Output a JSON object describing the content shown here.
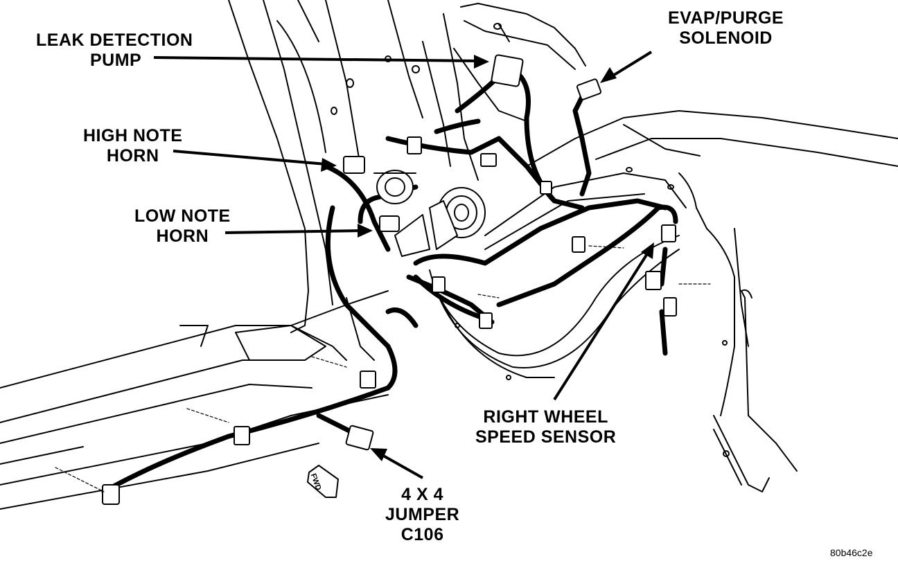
{
  "figure_id": "80b46c2e",
  "fwd_marker": "FWD",
  "callouts": {
    "leak_detection_pump": {
      "line1": "LEAK DETECTION",
      "line2": "PUMP"
    },
    "evap_purge_solenoid": {
      "line1": "EVAP/PURGE",
      "line2": "SOLENOID"
    },
    "high_note_horn": {
      "line1": "HIGH NOTE",
      "line2": "HORN"
    },
    "low_note_horn": {
      "line1": "LOW NOTE",
      "line2": "HORN"
    },
    "right_wheel_speed_sensor": {
      "line1": "RIGHT WHEEL",
      "line2": "SPEED SENSOR"
    },
    "jumper_4x4": {
      "line1": "4 X 4",
      "line2": "JUMPER",
      "line3": "C106"
    }
  },
  "colors": {
    "ink": "#000000",
    "paper": "#ffffff"
  }
}
